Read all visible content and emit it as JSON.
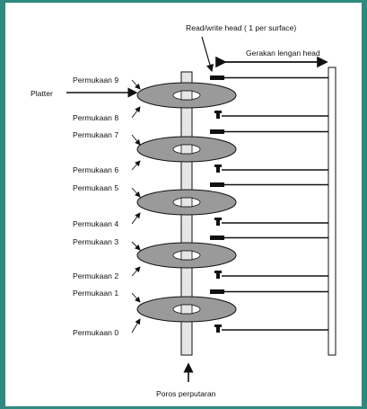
{
  "colors": {
    "frame_border": "#2e8a7e",
    "background": "#ffffff",
    "platter_fill": "#9a9a9a",
    "spindle_fill": "#e6e6e6",
    "line": "#111111",
    "head": "#111111"
  },
  "labels": {
    "read_write_head": "Read/write head ( 1 per surface)",
    "arm_motion": "Gerakan lengan head",
    "platter": "Platter",
    "spindle": "Poros perputaran"
  },
  "surfaces": [
    "Permukaan 0",
    "Permukaan 1",
    "Permukaan 2",
    "Permukaan 3",
    "Permukaan 4",
    "Permukaan 5",
    "Permukaan 6",
    "Permukaan 7",
    "Permukaan 8",
    "Permukaan 9"
  ],
  "platter_count": 5
}
